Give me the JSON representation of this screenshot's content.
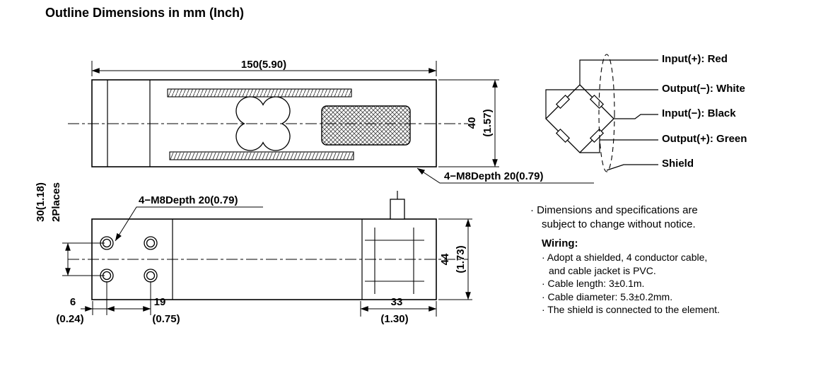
{
  "title": "Outline Dimensions in mm (Inch)",
  "side_view": {
    "length": "150(5.90)",
    "height_mm": "40",
    "height_in": "(1.57)",
    "bolt_label": "4−M8Depth 20(0.79)"
  },
  "top_view": {
    "bolt_label": "4−M8Depth 20(0.79)",
    "hole_spacing_v": "30(1.18)",
    "hole_spacing_places": "2Places",
    "edge_mm": "6",
    "edge_in": "(0.24)",
    "pitch_mm": "19",
    "pitch_in": "(0.75)",
    "end_mm": "33",
    "end_in": "(1.30)",
    "width_mm": "44",
    "width_in": "(1.73)"
  },
  "wiring_diagram": {
    "labels": [
      "Input(+): Red",
      "Output(−): White",
      "Input(−): Black",
      "Output(+): Green",
      "Shield"
    ]
  },
  "notes": {
    "notice": [
      "· Dimensions and specifications are",
      "subject to change without notice."
    ],
    "wiring_title": "Wiring:",
    "items": [
      "· Adopt a shielded,  4 conductor cable,",
      "and  cable jacket is PVC.",
      "· Cable length: 3±0.1m.",
      "· Cable diameter: 5.3±0.2mm.",
      "· The shield is connected to the element."
    ]
  }
}
